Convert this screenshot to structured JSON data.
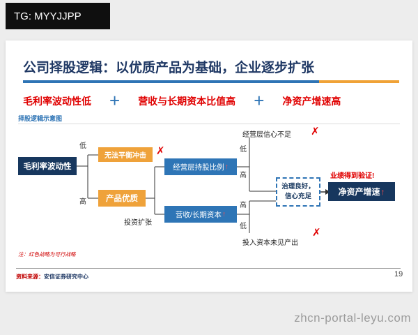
{
  "badge": {
    "text": "TG: MYYJJPP"
  },
  "watermark": "zhcn-portal-leyu.com",
  "slide": {
    "title": "公司择股逻辑：以优质产品为基础，企业逐步扩张",
    "criteria": {
      "items": [
        "毛利率波动性低",
        "营收与长期资本比值高",
        "净资产增速高"
      ],
      "plus": "+"
    },
    "section_label": "择股逻辑示意图",
    "diagram": {
      "cross": "✗",
      "root_box": "毛利率波动性",
      "low": "低",
      "high": "高",
      "shock_box": "无法平衡冲击",
      "quality_box": "产品优质",
      "invest_label": "投资扩张",
      "holding_box": "经营层持股比例",
      "revenue_box": "营收/长期资本",
      "result_box": "净资产增速",
      "up_arrow": "↑",
      "no_confidence_label": "经营层信心不足",
      "no_output_label": "投入资本未见产出",
      "governance_line1": "治理良好，",
      "governance_line2": "信心充足",
      "verified_label": "业绩得到验证!"
    },
    "note": "注：红色战略为可行战略",
    "source": {
      "label": "资料来源：",
      "value": "安信证券研究中心"
    },
    "page_number": "19"
  }
}
